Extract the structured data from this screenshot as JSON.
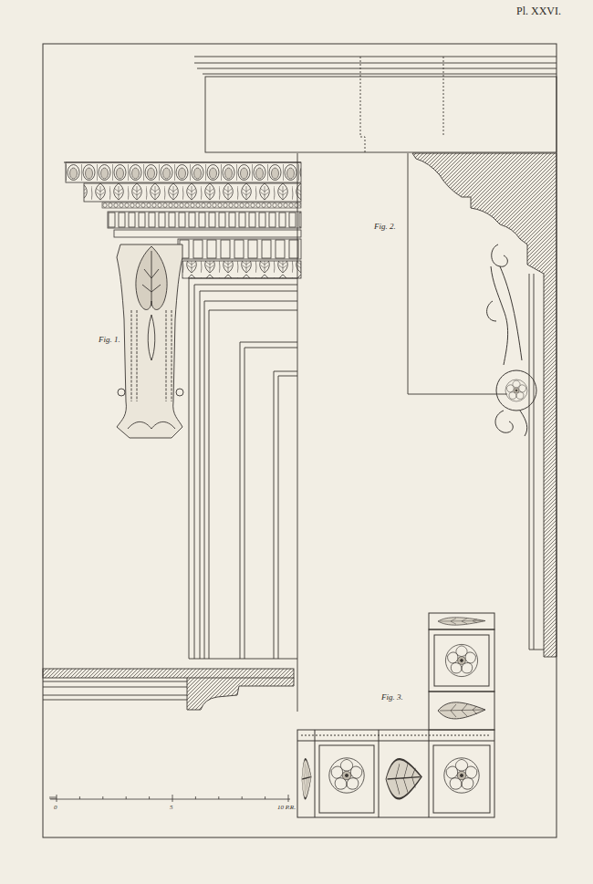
{
  "diagram": {
    "labels": [
      "Pl. XXVI.",
      "Fig. 1.",
      "Fig. 2.",
      "Fig. 3.",
      "0",
      "5",
      "10 P.R."
    ]
  }
}
